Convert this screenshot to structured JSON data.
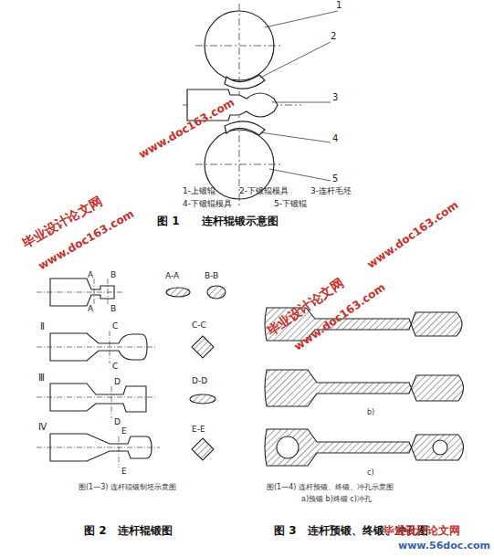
{
  "diagram": {
    "labels": [
      "1",
      "2",
      "3",
      "4",
      "5",
      "1-上锻辊",
      "2-下锻辊模具",
      "3-连杆毛坯",
      "4-下锻辊模具",
      "5-下锻辊",
      "图 1　　连杆辊锻示意图",
      "A",
      "A",
      "B",
      "B",
      "A-A",
      "B-B",
      "Ⅱ",
      "C",
      "C",
      "C-C",
      "Ⅲ",
      "D",
      "D",
      "D-D",
      "Ⅳ",
      "E",
      "E",
      "E-E",
      "图(1—3) 连杆辊锻制坯示意图",
      "图 2　连杆辊锻图",
      "b)",
      "c)",
      "图(1—4) 连杆预锻、终锻、冲孔示意图",
      "a)预锻 b)终锻 c)冲孔",
      "图 3　连杆预锻、终锻、冲孔图",
      "毕业设计论文网",
      "www.doc163.com",
      "www.doc163.com",
      "毕业设计论文网",
      "www.doc163.com",
      "www.doc163.com",
      "毕业设计论文网",
      "www.56doc.com"
    ]
  }
}
